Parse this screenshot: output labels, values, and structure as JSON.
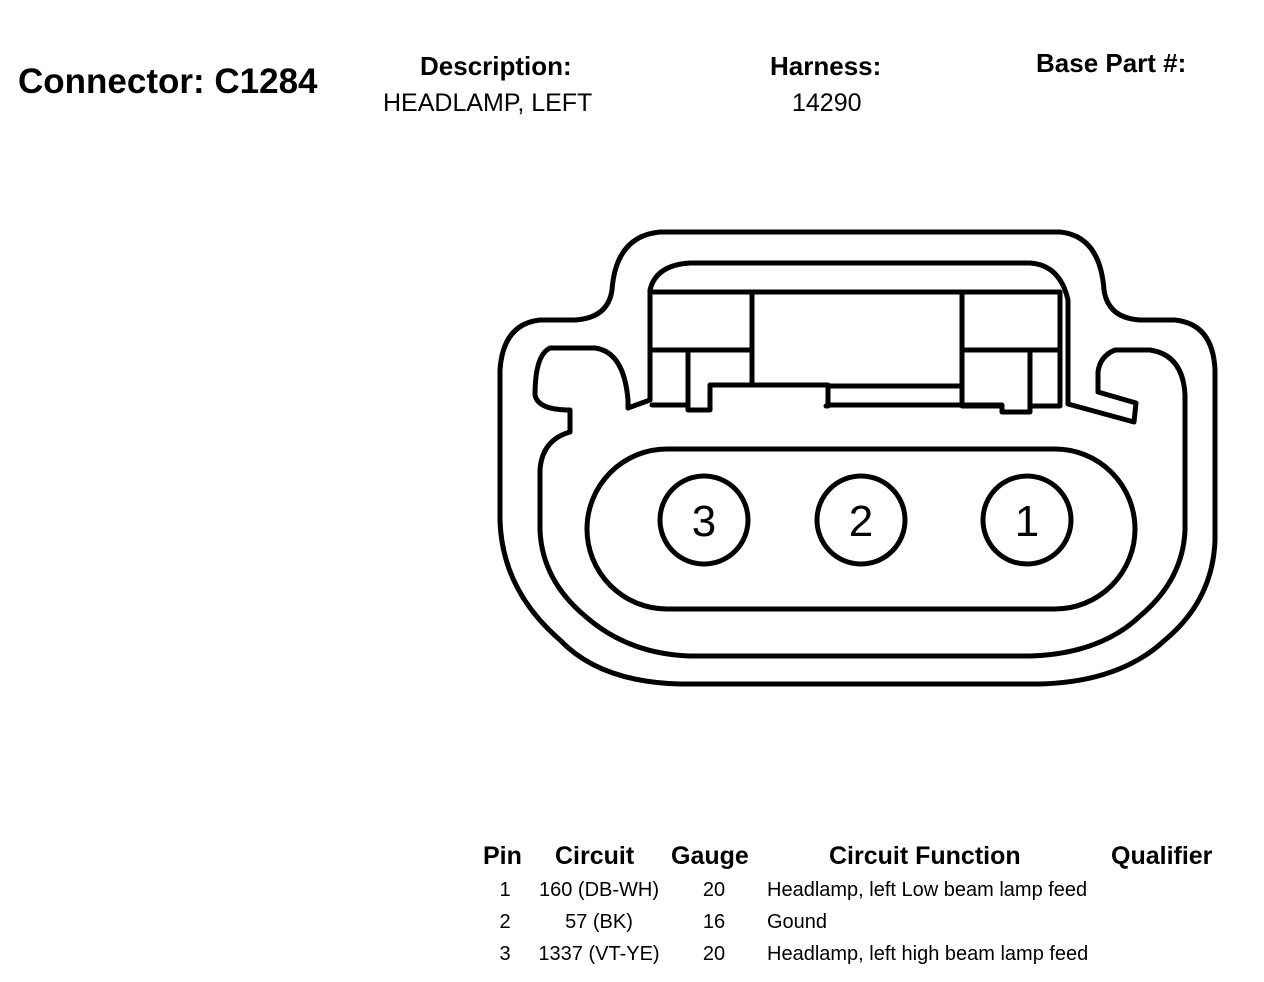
{
  "header": {
    "connector": "Connector: C1284",
    "description_label": "Description:",
    "description_value": "HEADLAMP, LEFT",
    "harness_label": "Harness:",
    "harness_value": "14290",
    "base_part_label": "Base Part #:"
  },
  "diagram": {
    "pins": [
      "3",
      "2",
      "1"
    ]
  },
  "table": {
    "headers": {
      "pin": "Pin",
      "circuit": "Circuit",
      "gauge": "Gauge",
      "function": "Circuit Function",
      "qualifier": "Qualifier"
    },
    "rows": [
      {
        "pin": "1",
        "circuit": "160 (DB-WH)",
        "gauge": "20",
        "function": "Headlamp, left Low beam lamp feed",
        "qualifier": ""
      },
      {
        "pin": "2",
        "circuit": "57 (BK)",
        "gauge": "16",
        "function": "Gound",
        "qualifier": ""
      },
      {
        "pin": "3",
        "circuit": "1337 (VT-YE)",
        "gauge": "20",
        "function": "Headlamp, left high beam lamp feed",
        "qualifier": ""
      }
    ]
  }
}
